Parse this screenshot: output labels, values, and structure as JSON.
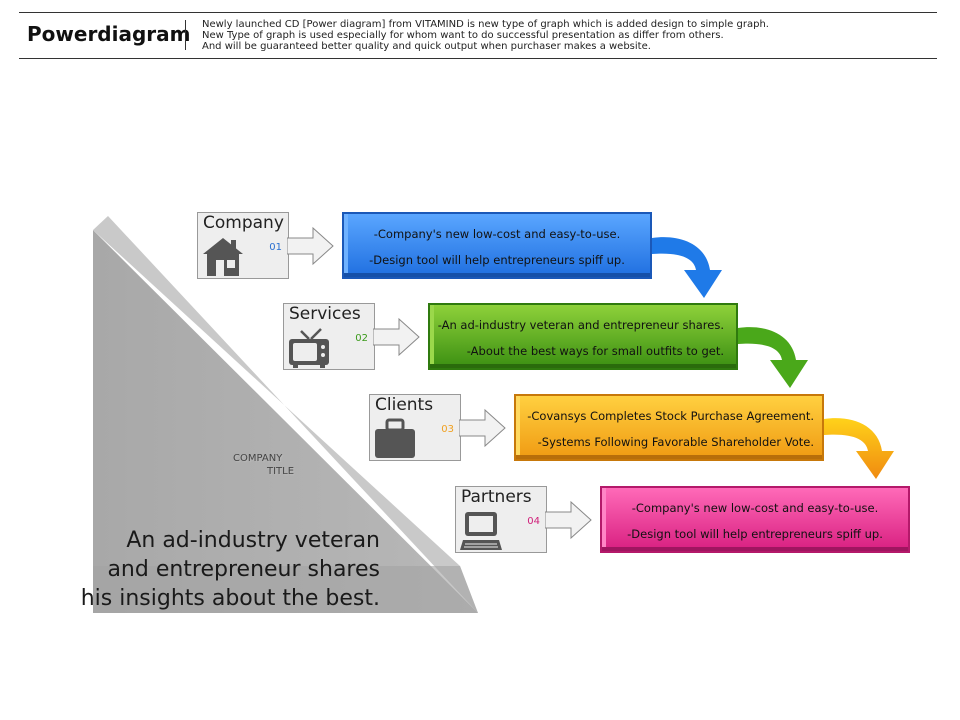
{
  "header": {
    "title": "Powerdiagram",
    "lines": [
      "Newly launched CD [Power diagram] from VITAMIND is new type of graph which is added design to simple graph.",
      "New Type of graph is used especially for whom want to do successful presentation as differ from others.",
      "And will be guaranteed better quality and quick output when purchaser makes a website."
    ]
  },
  "left_panel": {
    "company_title_line1": "COMPANY",
    "company_title_line2": "TITLE",
    "body_lines": [
      "An ad-industry veteran",
      "and entrepreneur shares",
      "his insights about the best."
    ]
  },
  "steps": [
    {
      "label": "Company",
      "number": "01",
      "icon": "house-icon",
      "color": "#2a78e0",
      "line1": "-Company's new low-cost and easy-to-use.",
      "line2": "-Design tool will help entrepreneurs spiff up."
    },
    {
      "label": "Services",
      "number": "02",
      "icon": "tv-icon",
      "color": "#3f9f1a",
      "line1": "-An ad-industry veteran and entrepreneur shares.",
      "line2": "-About the best ways for small outfits to get."
    },
    {
      "label": "Clients",
      "number": "03",
      "icon": "briefcase-icon",
      "color": "#f0a41a",
      "line1": "-Covansys Completes Stock Purchase Agreement.",
      "line2": "-Systems Following Favorable Shareholder Vote."
    },
    {
      "label": "Partners",
      "number": "04",
      "icon": "computer-icon",
      "color": "#e0338a",
      "line1": "-Company's new low-cost and easy-to-use.",
      "line2": "-Design tool will help entrepreneurs spiff up."
    }
  ]
}
